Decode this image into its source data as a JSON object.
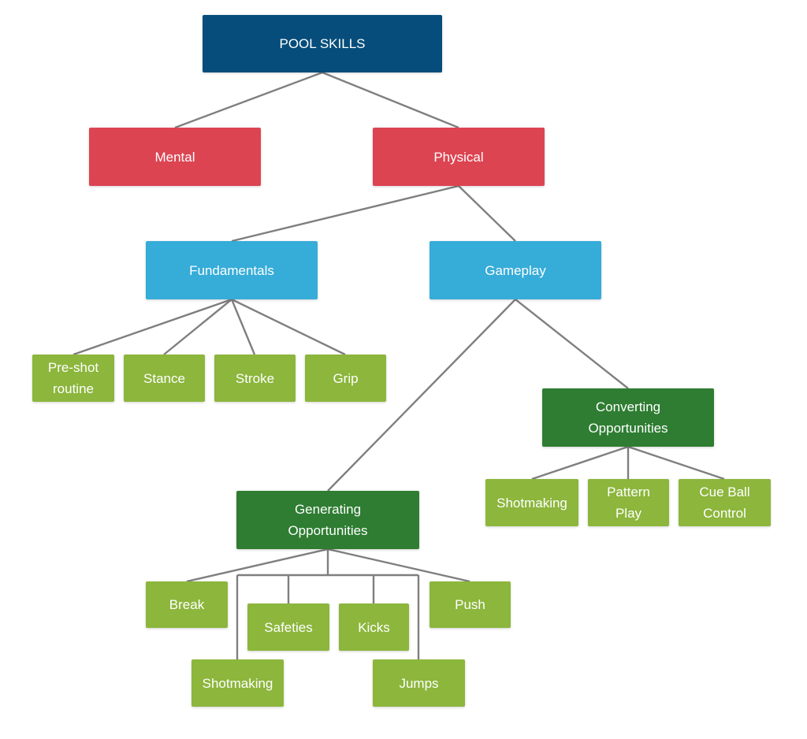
{
  "colors": {
    "root": "#064d7b",
    "level1": "#dc4452",
    "level2": "#36acd8",
    "level3": "#2e7d32",
    "leaf": "#8cb63c",
    "connector": "#7f7f7f"
  },
  "nodes": {
    "root": "POOL SKILLS",
    "mental": "Mental",
    "physical": "Physical",
    "fundamentals": "Fundamentals",
    "gameplay": "Gameplay",
    "preshot": "Pre-shot routine",
    "stance": "Stance",
    "stroke": "Stroke",
    "grip": "Grip",
    "converting": "Converting Opportunities",
    "shotmaking_conv": "Shotmaking",
    "pattern_play": "Pattern Play",
    "cue_ball_control": "Cue Ball Control",
    "generating": "Generating Opportunities",
    "break": "Break",
    "safeties": "Safeties",
    "kicks": "Kicks",
    "push": "Push",
    "shotmaking_gen": "Shotmaking",
    "jumps": "Jumps"
  }
}
